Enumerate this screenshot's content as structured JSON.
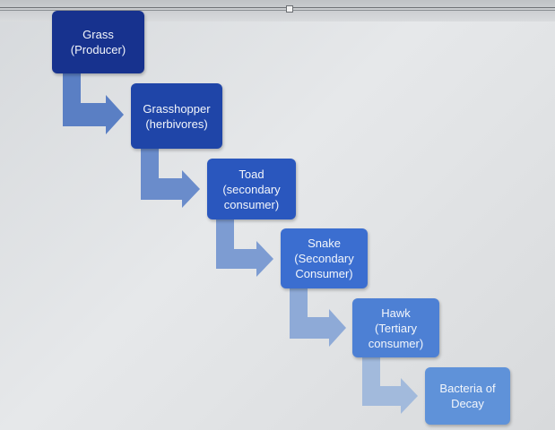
{
  "nodes": [
    {
      "line1": "Grass",
      "line2": "(Producer)",
      "line3": ""
    },
    {
      "line1": "Grasshopper",
      "line2": "(herbivores)",
      "line3": ""
    },
    {
      "line1": "Toad",
      "line2": "(secondary",
      "line3": "consumer)"
    },
    {
      "line1": "Snake",
      "line2": "(Secondary",
      "line3": "Consumer)"
    },
    {
      "line1": "Hawk",
      "line2": "(Tertiary",
      "line3": "consumer)"
    },
    {
      "line1": "Bacteria of",
      "line2": "Decay",
      "line3": ""
    }
  ],
  "colors": {
    "node_fills": [
      "#17328e",
      "#1f45a8",
      "#2a57be",
      "#3b6ed0",
      "#4d80d4",
      "#5f92d9"
    ],
    "arrow_fills": [
      "#5a7fc4",
      "#6a8ccb",
      "#7d9cd2",
      "#8eaad7",
      "#a2badc"
    ]
  }
}
